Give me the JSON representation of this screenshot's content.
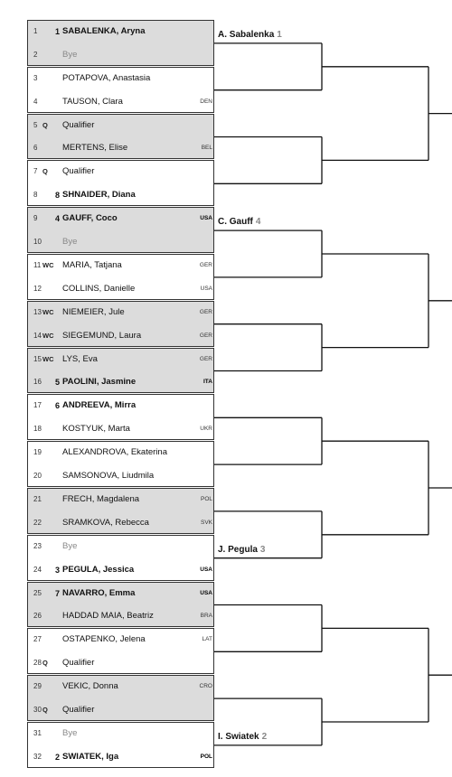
{
  "entries": [
    {
      "num": "1",
      "tag": "",
      "seed": "1",
      "name": "SABALENKA, Aryna",
      "ctry": "",
      "bye": false,
      "strong": true
    },
    {
      "num": "2",
      "tag": "",
      "seed": "",
      "name": "Bye",
      "ctry": "",
      "bye": true,
      "strong": false
    },
    {
      "num": "3",
      "tag": "",
      "seed": "",
      "name": "POTAPOVA, Anastasia",
      "ctry": "",
      "bye": false,
      "strong": false
    },
    {
      "num": "4",
      "tag": "",
      "seed": "",
      "name": "TAUSON, Clara",
      "ctry": "DEN",
      "bye": false,
      "strong": false
    },
    {
      "num": "5",
      "tag": "Q",
      "seed": "",
      "name": "Qualifier",
      "ctry": "",
      "bye": false,
      "strong": false
    },
    {
      "num": "6",
      "tag": "",
      "seed": "",
      "name": "MERTENS, Elise",
      "ctry": "BEL",
      "bye": false,
      "strong": false
    },
    {
      "num": "7",
      "tag": "Q",
      "seed": "",
      "name": "Qualifier",
      "ctry": "",
      "bye": false,
      "strong": false
    },
    {
      "num": "8",
      "tag": "",
      "seed": "8",
      "name": "SHNAIDER, Diana",
      "ctry": "",
      "bye": false,
      "strong": true
    },
    {
      "num": "9",
      "tag": "",
      "seed": "4",
      "name": "GAUFF, Coco",
      "ctry": "USA",
      "bye": false,
      "strong": true
    },
    {
      "num": "10",
      "tag": "",
      "seed": "",
      "name": "Bye",
      "ctry": "",
      "bye": true,
      "strong": false
    },
    {
      "num": "11",
      "tag": "WC",
      "seed": "",
      "name": "MARIA, Tatjana",
      "ctry": "GER",
      "bye": false,
      "strong": false
    },
    {
      "num": "12",
      "tag": "",
      "seed": "",
      "name": "COLLINS, Danielle",
      "ctry": "USA",
      "bye": false,
      "strong": false
    },
    {
      "num": "13",
      "tag": "WC",
      "seed": "",
      "name": "NIEMEIER, Jule",
      "ctry": "GER",
      "bye": false,
      "strong": false
    },
    {
      "num": "14",
      "tag": "WC",
      "seed": "",
      "name": "SIEGEMUND, Laura",
      "ctry": "GER",
      "bye": false,
      "strong": false
    },
    {
      "num": "15",
      "tag": "WC",
      "seed": "",
      "name": "LYS, Eva",
      "ctry": "GER",
      "bye": false,
      "strong": false
    },
    {
      "num": "16",
      "tag": "",
      "seed": "5",
      "name": "PAOLINI, Jasmine",
      "ctry": "ITA",
      "bye": false,
      "strong": true
    },
    {
      "num": "17",
      "tag": "",
      "seed": "6",
      "name": "ANDREEVA, Mirra",
      "ctry": "",
      "bye": false,
      "strong": true
    },
    {
      "num": "18",
      "tag": "",
      "seed": "",
      "name": "KOSTYUK, Marta",
      "ctry": "UKR",
      "bye": false,
      "strong": false
    },
    {
      "num": "19",
      "tag": "",
      "seed": "",
      "name": "ALEXANDROVA, Ekaterina",
      "ctry": "",
      "bye": false,
      "strong": false
    },
    {
      "num": "20",
      "tag": "",
      "seed": "",
      "name": "SAMSONOVA, Liudmila",
      "ctry": "",
      "bye": false,
      "strong": false
    },
    {
      "num": "21",
      "tag": "",
      "seed": "",
      "name": "FRECH, Magdalena",
      "ctry": "POL",
      "bye": false,
      "strong": false
    },
    {
      "num": "22",
      "tag": "",
      "seed": "",
      "name": "SRAMKOVA, Rebecca",
      "ctry": "SVK",
      "bye": false,
      "strong": false
    },
    {
      "num": "23",
      "tag": "",
      "seed": "",
      "name": "Bye",
      "ctry": "",
      "bye": true,
      "strong": false
    },
    {
      "num": "24",
      "tag": "",
      "seed": "3",
      "name": "PEGULA, Jessica",
      "ctry": "USA",
      "bye": false,
      "strong": true
    },
    {
      "num": "25",
      "tag": "",
      "seed": "7",
      "name": "NAVARRO, Emma",
      "ctry": "USA",
      "bye": false,
      "strong": true
    },
    {
      "num": "26",
      "tag": "",
      "seed": "",
      "name": "HADDAD MAIA, Beatriz",
      "ctry": "BRA",
      "bye": false,
      "strong": false
    },
    {
      "num": "27",
      "tag": "",
      "seed": "",
      "name": "OSTAPENKO, Jelena",
      "ctry": "LAT",
      "bye": false,
      "strong": false
    },
    {
      "num": "28",
      "tag": "Q",
      "seed": "",
      "name": "Qualifier",
      "ctry": "",
      "bye": false,
      "strong": false
    },
    {
      "num": "29",
      "tag": "",
      "seed": "",
      "name": "VEKIC, Donna",
      "ctry": "CRO",
      "bye": false,
      "strong": false
    },
    {
      "num": "30",
      "tag": "Q",
      "seed": "",
      "name": "Qualifier",
      "ctry": "",
      "bye": false,
      "strong": false
    },
    {
      "num": "31",
      "tag": "",
      "seed": "",
      "name": "Bye",
      "ctry": "",
      "bye": true,
      "strong": false
    },
    {
      "num": "32",
      "tag": "",
      "seed": "2",
      "name": "SWIATEK, Iga",
      "ctry": "POL",
      "bye": false,
      "strong": true
    }
  ],
  "shaded_pairs": [
    0,
    2,
    4,
    6,
    7,
    10,
    12,
    14
  ],
  "advancers": [
    {
      "pair": 0,
      "name": "A. Sabalenka",
      "seed": "1"
    },
    {
      "pair": 4,
      "name": "C. Gauff",
      "seed": "4"
    },
    {
      "pair": 11,
      "name": "J. Pegula",
      "seed": "3"
    },
    {
      "pair": 15,
      "name": "I. Swiatek",
      "seed": "2"
    }
  ]
}
